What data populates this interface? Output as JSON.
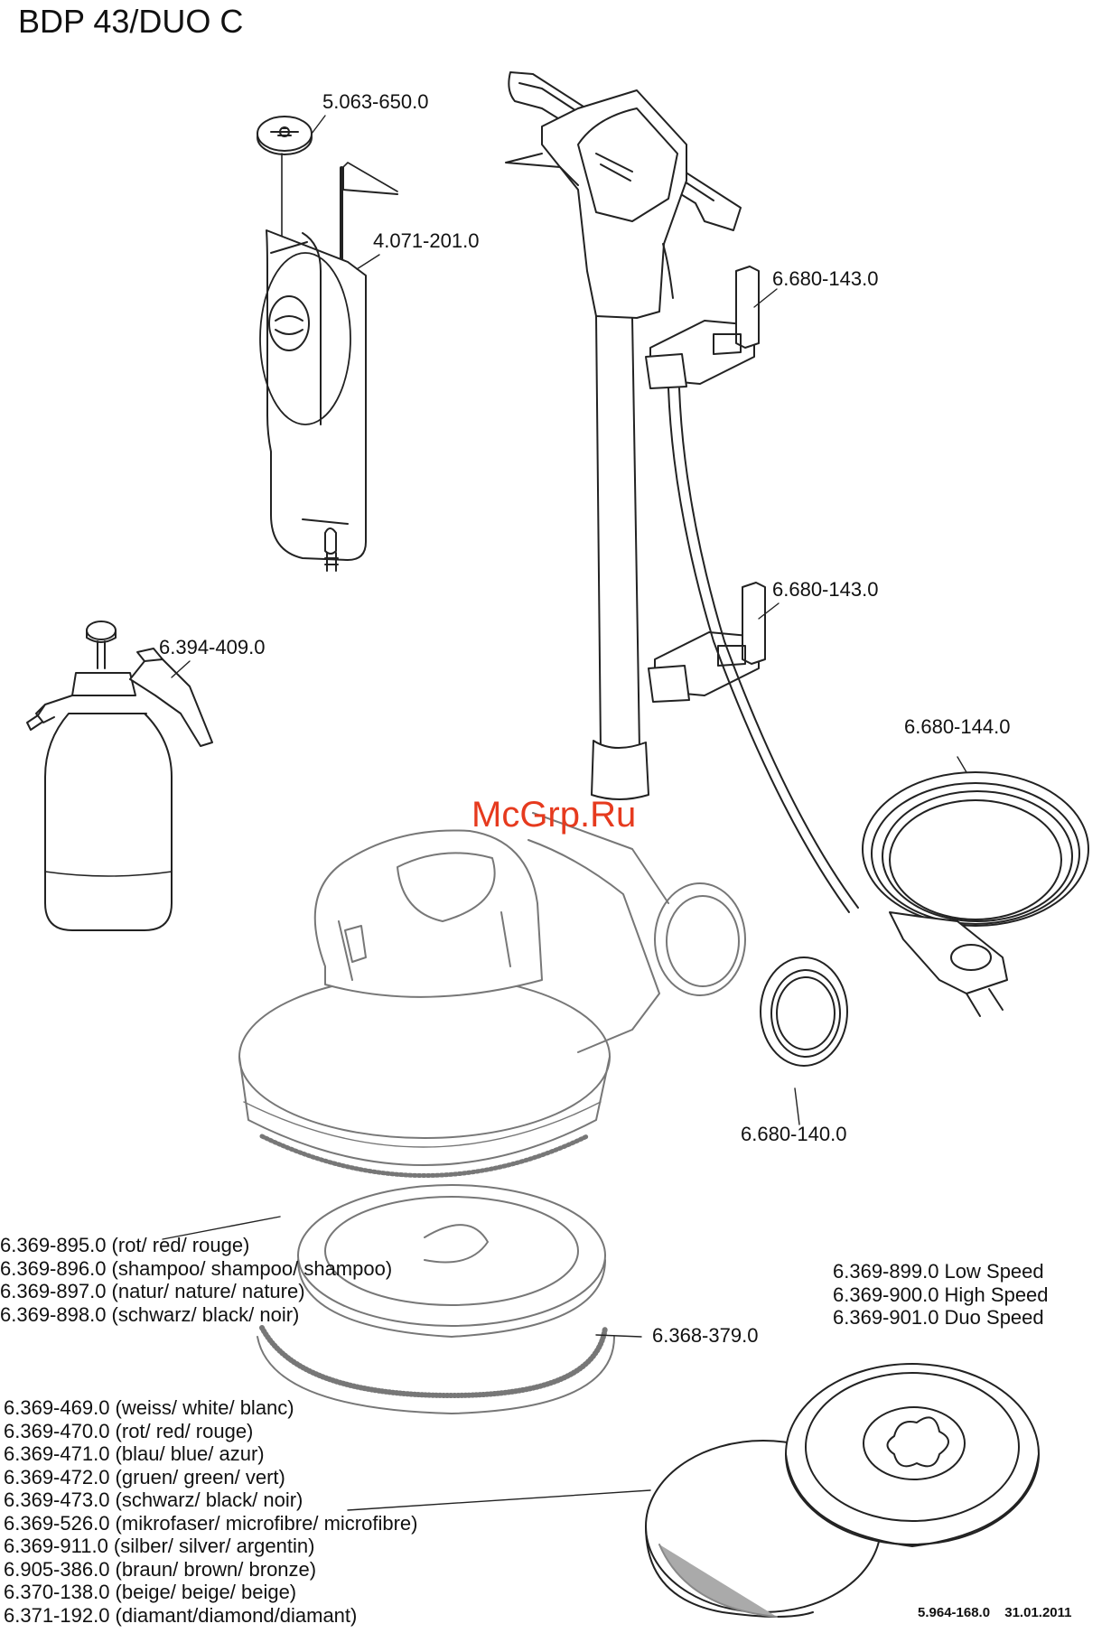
{
  "title": "BDP 43/DUO C",
  "watermark": "McGrp.Ru",
  "callouts": {
    "cap": "5.063-650.0",
    "tank": "4.071-201.0",
    "sprayer": "6.394-409.0",
    "clip_upper": "6.680-143.0",
    "clip_lower": "6.680-143.0",
    "cable": "6.680-144.0",
    "wheel": "6.680-140.0",
    "drive_board": "6.368-379.0"
  },
  "brushes": [
    "6.369-895.0  (rot/ red/ rouge)",
    "6.369-896.0  (shampoo/ shampoo/ shampoo)",
    "6.369-897.0  (natur/ nature/ nature)",
    "6.369-898.0  (schwarz/ black/ noir)"
  ],
  "pad_holders": [
    "6.369-899.0 Low Speed",
    "6.369-900.0 High Speed",
    "6.369-901.0 Duo Speed"
  ],
  "pads": [
    "6.369-469.0 (weiss/ white/ blanc)",
    "6.369-470.0 (rot/ red/ rouge)",
    "6.369-471.0 (blau/ blue/ azur)",
    "6.369-472.0 (gruen/ green/ vert)",
    "6.369-473.0 (schwarz/ black/ noir)",
    "6.369-526.0 (mikrofaser/ microfibre/ microfibre)",
    "6.369-911.0 (silber/ silver/ argentin)",
    "6.905-386.0 (braun/ brown/ bronze)",
    "6.370-138.0 (beige/ beige/ beige)",
    "6.371-192.0 (diamant/diamond/diamant)"
  ],
  "footer": {
    "doc_number": "5.964-168.0",
    "date": "31.01.2011"
  }
}
